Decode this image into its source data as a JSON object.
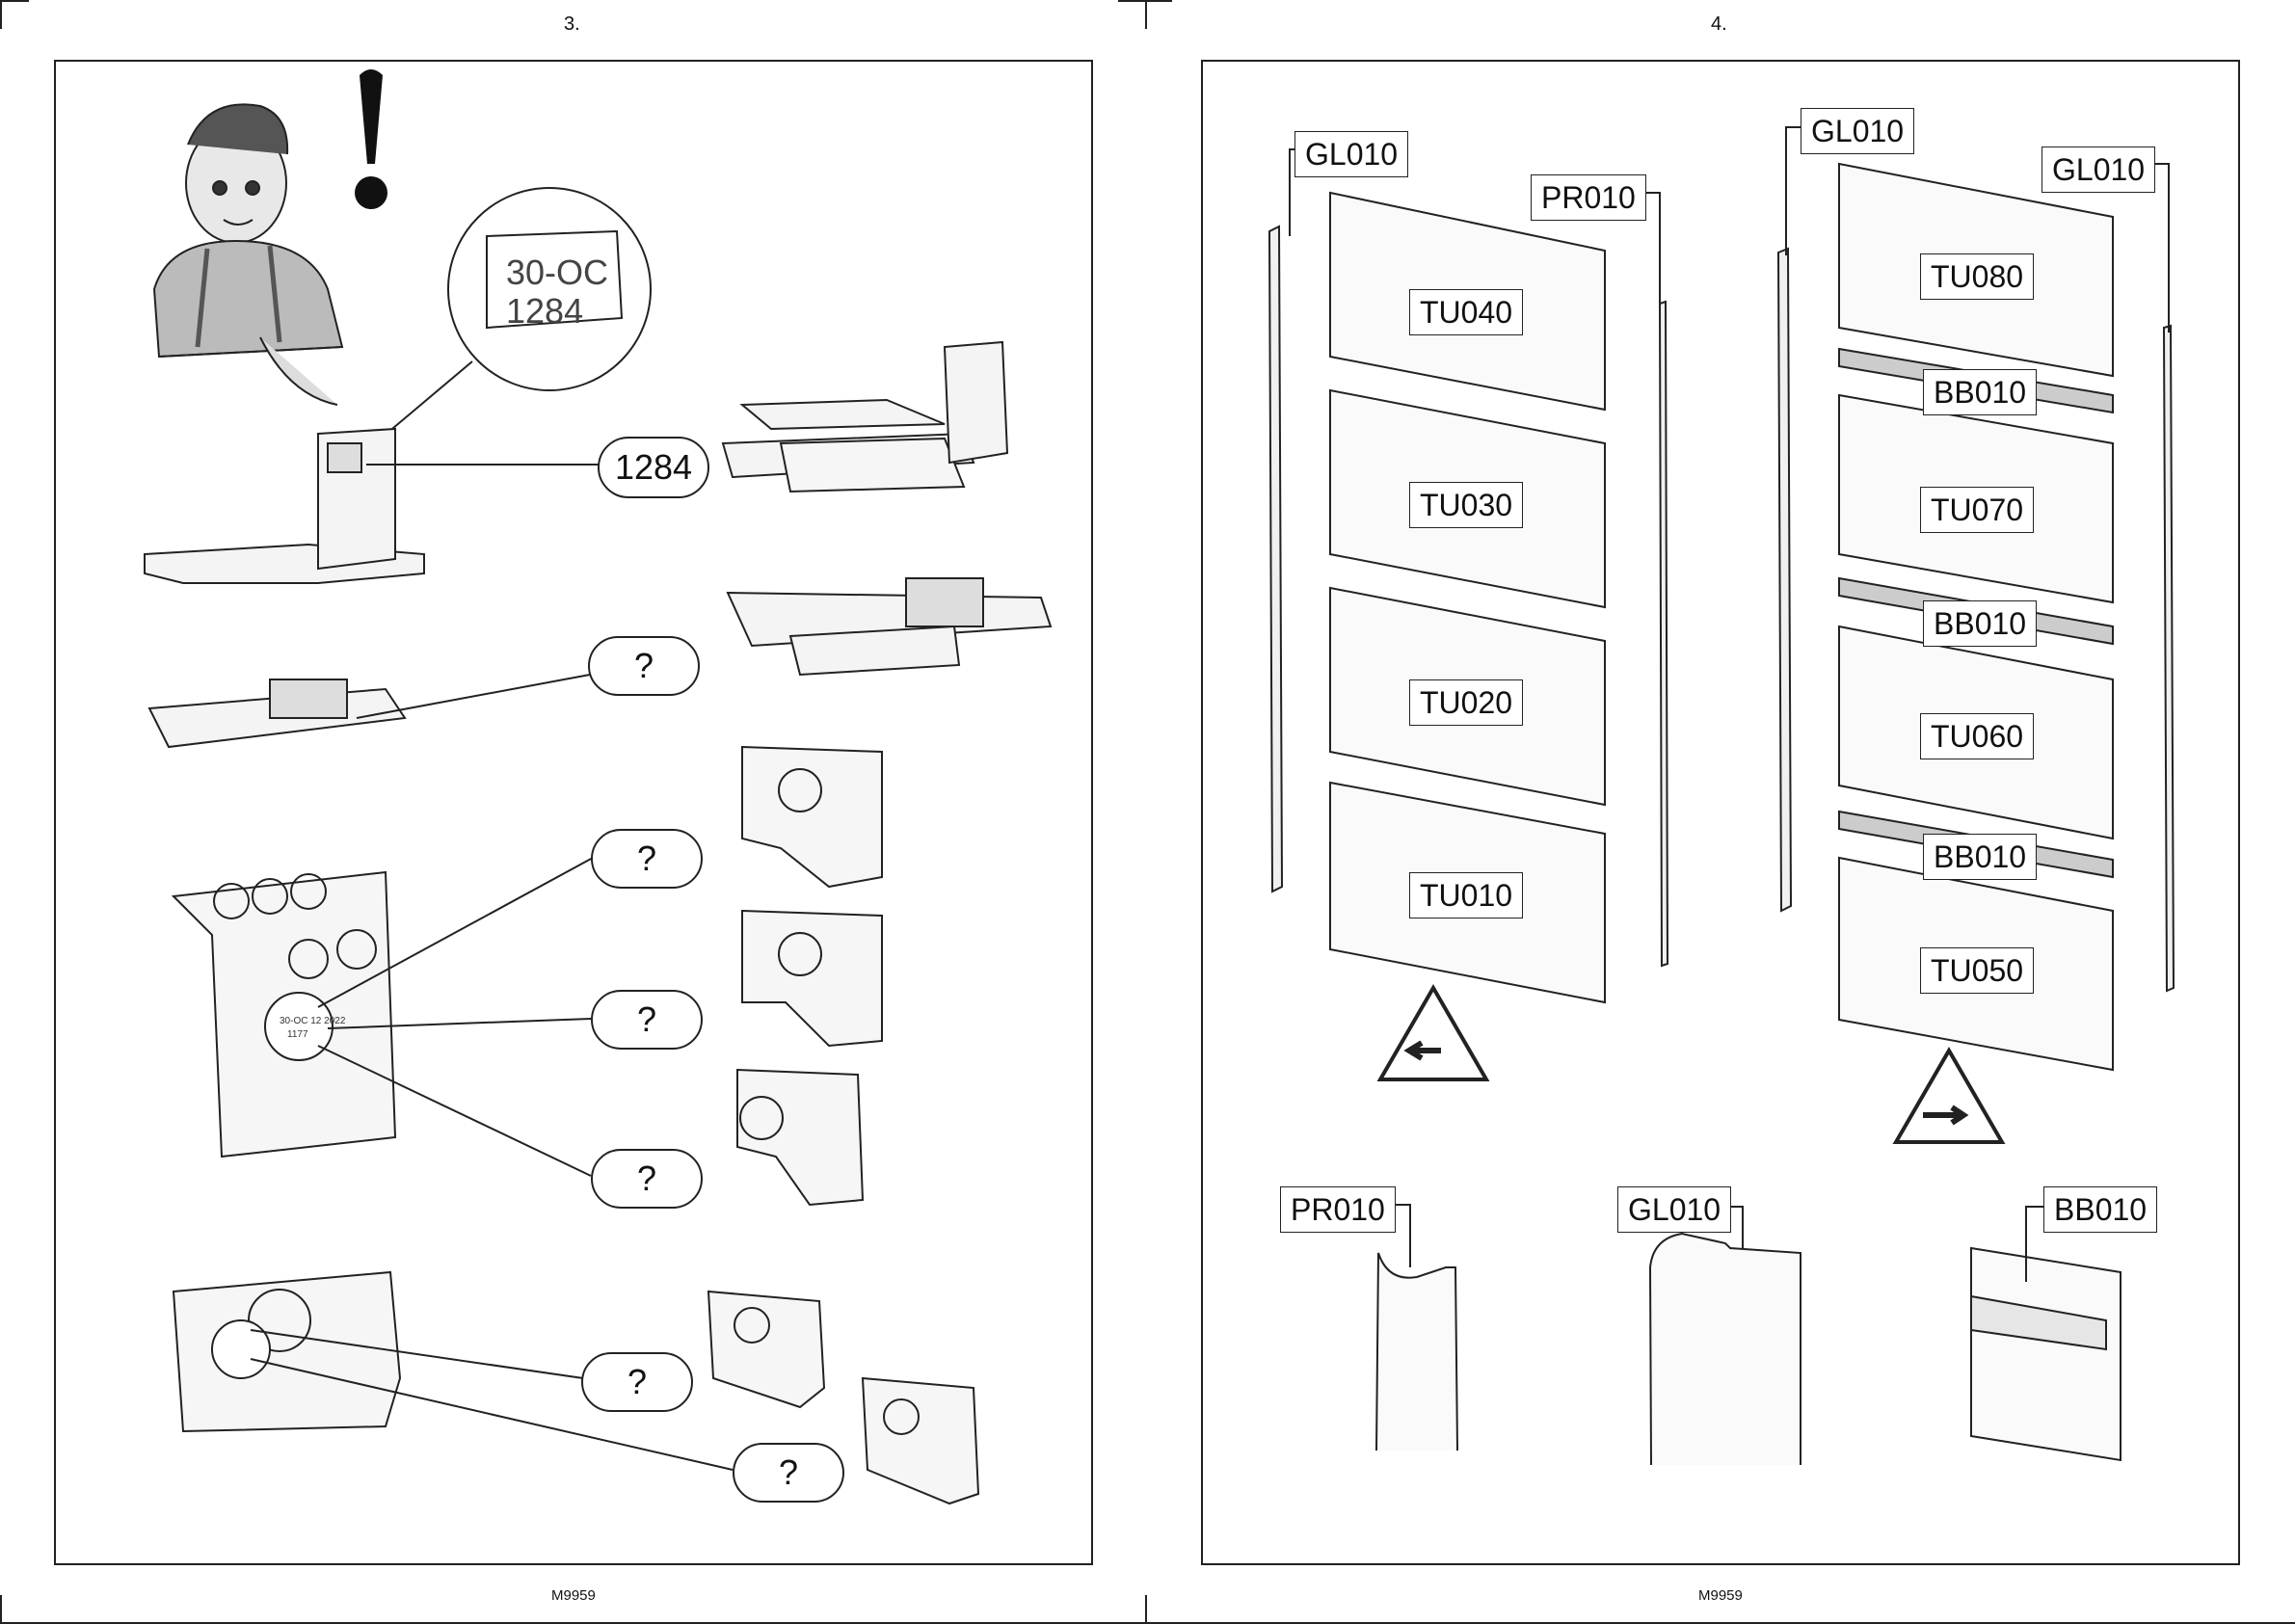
{
  "pages": [
    {
      "number": "3.",
      "footer": "M9959"
    },
    {
      "number": "4.",
      "footer": "M9959"
    }
  ],
  "left": {
    "exclamation": "!",
    "id_code": "1284",
    "unknown_mark": "?",
    "stamp_texts": [
      "30-OC",
      "1284"
    ],
    "questions": [
      "?",
      "?",
      "?",
      "?",
      "?",
      "?"
    ]
  },
  "right": {
    "top_labels": {
      "gl_left": "GL010",
      "pr_left": "PR010",
      "gl_mid": "GL010",
      "gl_right": "GL010"
    },
    "left_panels": [
      "TU040",
      "TU030",
      "TU020",
      "TU010"
    ],
    "right_panels": [
      "TU080",
      "TU070",
      "TU060",
      "TU050"
    ],
    "bottom_bars": [
      "BB010",
      "BB010",
      "BB010"
    ],
    "profiles": [
      "PR010",
      "GL010",
      "BB010"
    ],
    "arrows": [
      "left-arrow-warning",
      "right-arrow-warning"
    ]
  }
}
